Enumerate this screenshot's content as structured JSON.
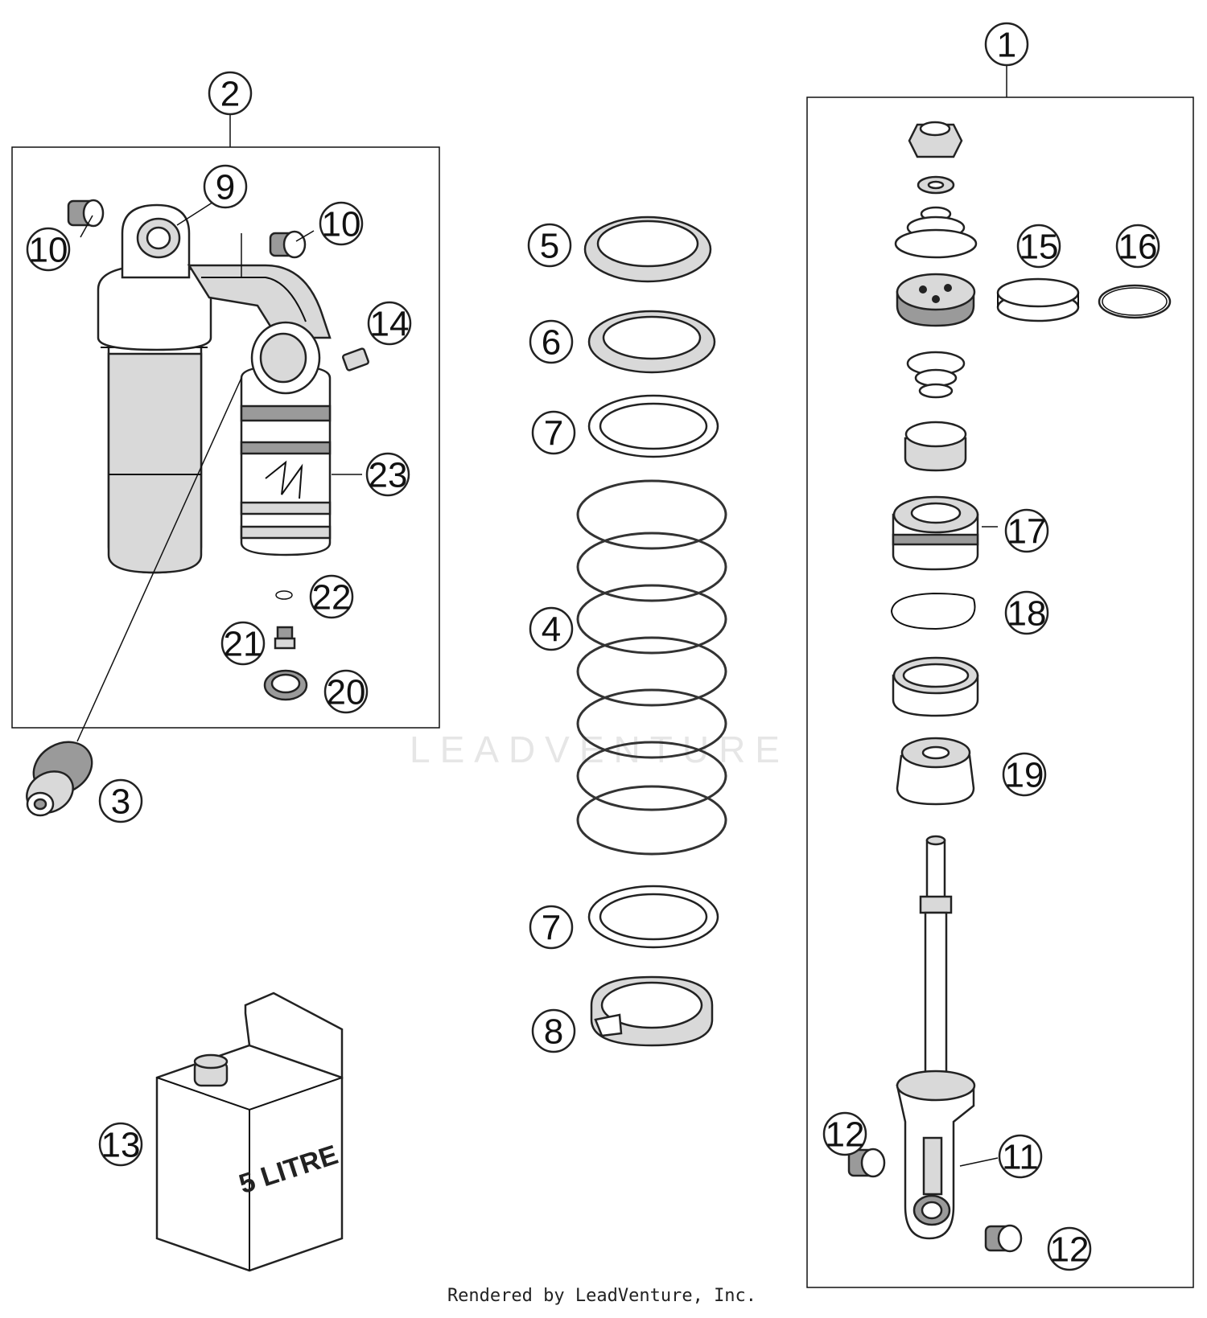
{
  "diagram": {
    "watermark": "LEADVENTURE",
    "credit": "Rendered by LeadVenture, Inc.",
    "oil_can_label": "5 LITRE",
    "callouts": {
      "c1": "1",
      "c2": "2",
      "c3": "3",
      "c4": "4",
      "c5": "5",
      "c6": "6",
      "c7a": "7",
      "c7b": "7",
      "c8": "8",
      "c9": "9",
      "c10a": "10",
      "c10b": "10",
      "c11": "11",
      "c12a": "12",
      "c12b": "12",
      "c13": "13",
      "c14": "14",
      "c15": "15",
      "c16": "16",
      "c17": "17",
      "c18": "18",
      "c19": "19",
      "c20": "20",
      "c21": "21",
      "c22": "22",
      "c23": "23"
    }
  }
}
